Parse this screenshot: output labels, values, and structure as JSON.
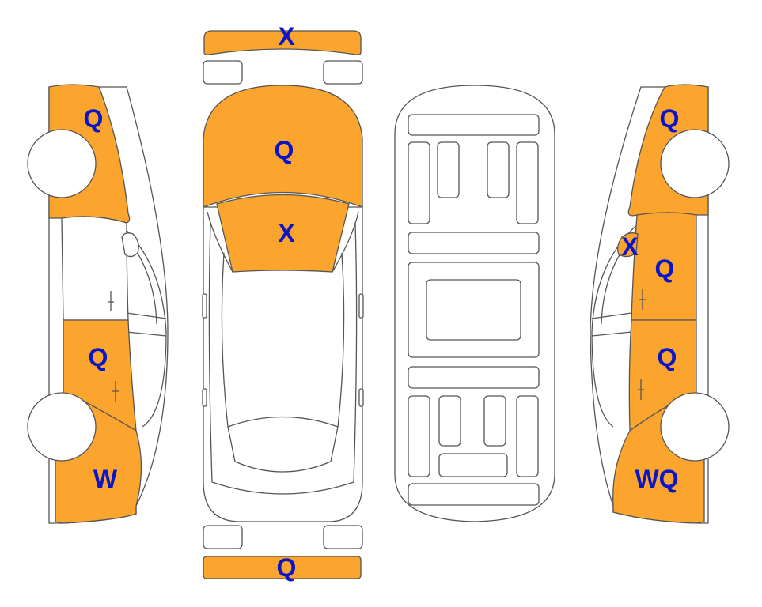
{
  "colors": {
    "damage_fill": "#fba52f",
    "clean_fill": "#ffffff",
    "outline": "#555555",
    "code_text": "#0a14c8"
  },
  "panels": {
    "front_bumper": {
      "code": "X",
      "damaged": true
    },
    "rear_bumper": {
      "code": "Q",
      "damaged": true
    },
    "hood": {
      "code": "Q",
      "damaged": true
    },
    "windshield": {
      "code": "X",
      "damaged": true
    },
    "left_front_fender": {
      "code": "Q",
      "damaged": true
    },
    "left_front_door": {
      "code": "",
      "damaged": false
    },
    "left_rear_door": {
      "code": "Q",
      "damaged": true
    },
    "left_rear_quarter": {
      "code": "W",
      "damaged": true
    },
    "right_front_fender": {
      "code": "Q",
      "damaged": true
    },
    "right_mirror": {
      "code": "X",
      "damaged": true
    },
    "right_front_door": {
      "code": "Q",
      "damaged": true
    },
    "right_rear_door": {
      "code": "Q",
      "damaged": true
    },
    "right_rear_quarter": {
      "code": "WQ",
      "damaged": true
    }
  }
}
